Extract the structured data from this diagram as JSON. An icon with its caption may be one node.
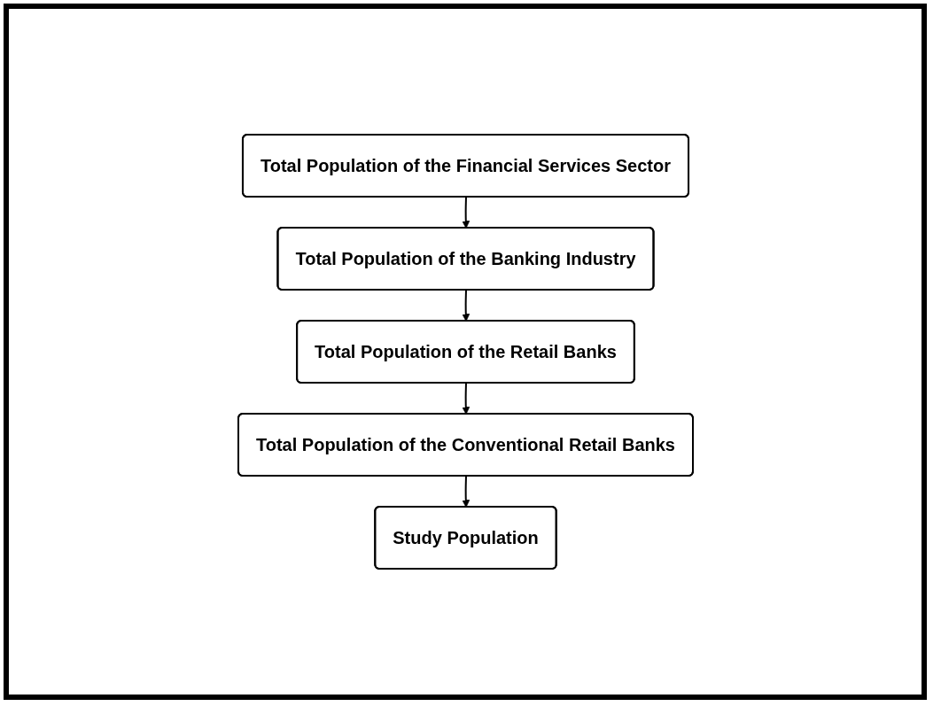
{
  "diagram": {
    "nodes": [
      {
        "text": [
          "Total Population of the Financial Services Sector"
        ]
      },
      {
        "text": [
          "Total Population of the Banking Industry"
        ]
      },
      {
        "text": [
          "Total Population of the Retail Banks"
        ]
      },
      {
        "text": [
          "Total Population of the Conventional Retail Banks"
        ]
      },
      {
        "text": [
          "Study Population"
        ]
      }
    ],
    "edges": [
      {
        "from": 0,
        "to": 1,
        "arrow": "to"
      },
      {
        "from": 1,
        "to": 2,
        "arrow": "to"
      },
      {
        "from": 2,
        "to": 3,
        "arrow": "to"
      },
      {
        "from": 3,
        "to": 4,
        "arrow": "to"
      }
    ]
  }
}
